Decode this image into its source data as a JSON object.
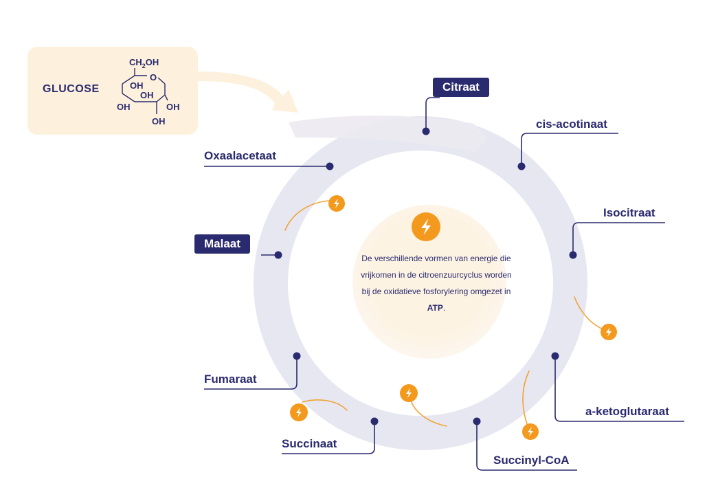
{
  "glucose": {
    "label": "GLUCOSE",
    "formula_parts": {
      "ch2oh_c": "CH",
      "ch2oh_sub": "2",
      "ch2oh_oh": "OH",
      "ring_o": "O",
      "oh_upper": "OH",
      "oh_left": "OH",
      "oh_right_lower": "OH",
      "oh_right": "OH",
      "oh_bottom": "OH"
    }
  },
  "cycle_steps": [
    {
      "label": "Citraat",
      "highlighted": true
    },
    {
      "label": "cis-acotinaat",
      "highlighted": false
    },
    {
      "label": "Isocitraat",
      "highlighted": false
    },
    {
      "label": "a-ketoglutaraat",
      "highlighted": false
    },
    {
      "label": "Succinyl-CoA",
      "highlighted": false
    },
    {
      "label": "Succinaat",
      "highlighted": false
    },
    {
      "label": "Fumaraat",
      "highlighted": false
    },
    {
      "label": "Malaat",
      "highlighted": true
    },
    {
      "label": "Oxaalacetaat",
      "highlighted": false
    }
  ],
  "center": {
    "text_before": "De verschillende vormen van energie die vrijkomen in de citroenzuurcyclus worden bij de oxidatieve fosforylering omgezet in ",
    "text_bold": "ATP",
    "text_after": ".",
    "icon": "lightning-icon"
  },
  "energy_icon": "lightning-icon",
  "colors": {
    "navy": "#2a2a6e",
    "orange": "#f39a1e",
    "ring": "#e6e7f1",
    "glucose_bg": "#fdf1dd",
    "center_bg": "#fdf3e3"
  }
}
